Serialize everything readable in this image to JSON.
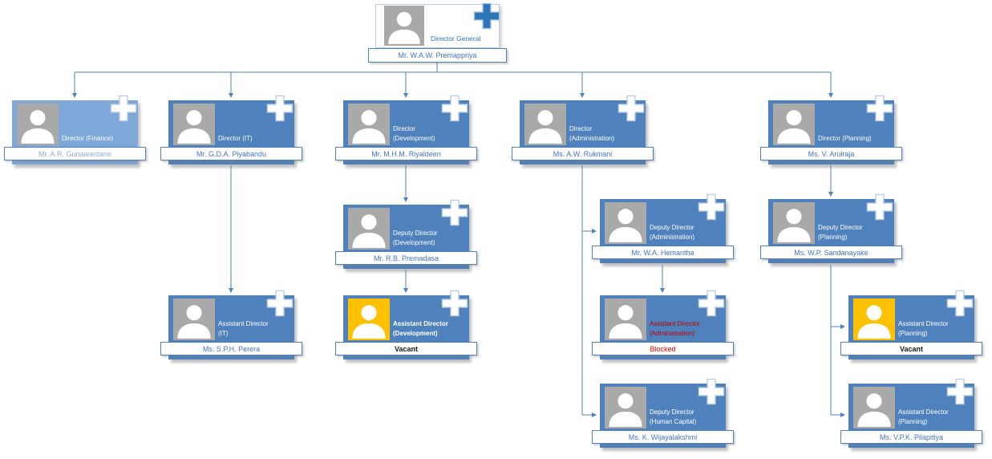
{
  "colors": {
    "card_blue": "#4f81bd",
    "card_light_blue": "#7fa8d9",
    "photo_grey": "#a9a9a9",
    "photo_vacant_yellow": "#ffc000",
    "connector_blue": "#4f81bd",
    "name_text_blue": "#4472c4",
    "blocked_red": "#ff0000",
    "title_red": "#c00000"
  },
  "nodes": [
    {
      "title": "Director General",
      "name": "Mr. W.A.W. Premappriya"
    },
    {
      "title": "Director (Finance)",
      "name": "Mr. A.R. Gunawardane"
    },
    {
      "title": "Director (IT)",
      "name": "Mr. G.D.A. Piyabandu"
    },
    {
      "title": "Director (Development)",
      "name": "Mr. M.H.M. Riyaldeen"
    },
    {
      "title": "Director (Administration)",
      "name": "Ms. A.W. Rukmani"
    },
    {
      "title": "Director (Planning)",
      "name": "Ms. V. Arulraja"
    },
    {
      "title": "Assistant Director (IT)",
      "name": "Ms. S.P.H. Perera"
    },
    {
      "title": "Deputy Director (Development)",
      "name": "Mr. R.B. Premadasa"
    },
    {
      "title": "Assistant Director (Development)",
      "name": "Vacant"
    },
    {
      "title": "Deputy Director (Administration)",
      "name": "Mr. W.A. Hemantha"
    },
    {
      "title": "Assistant Director (Administration)",
      "name": "Blocked"
    },
    {
      "title": "Deputy Director (Human Capital)",
      "name": "Ms. K. Wijayalakshmi"
    },
    {
      "title": "Deputy Director (Planning)",
      "name": "Ms. W.P. Sandanayake"
    },
    {
      "title": "Assistant Director (Planning)",
      "name": "Vacant"
    },
    {
      "title": "Assistant Director (Planning)",
      "name": "Ms. V.P.K. Pilapitiya"
    }
  ]
}
